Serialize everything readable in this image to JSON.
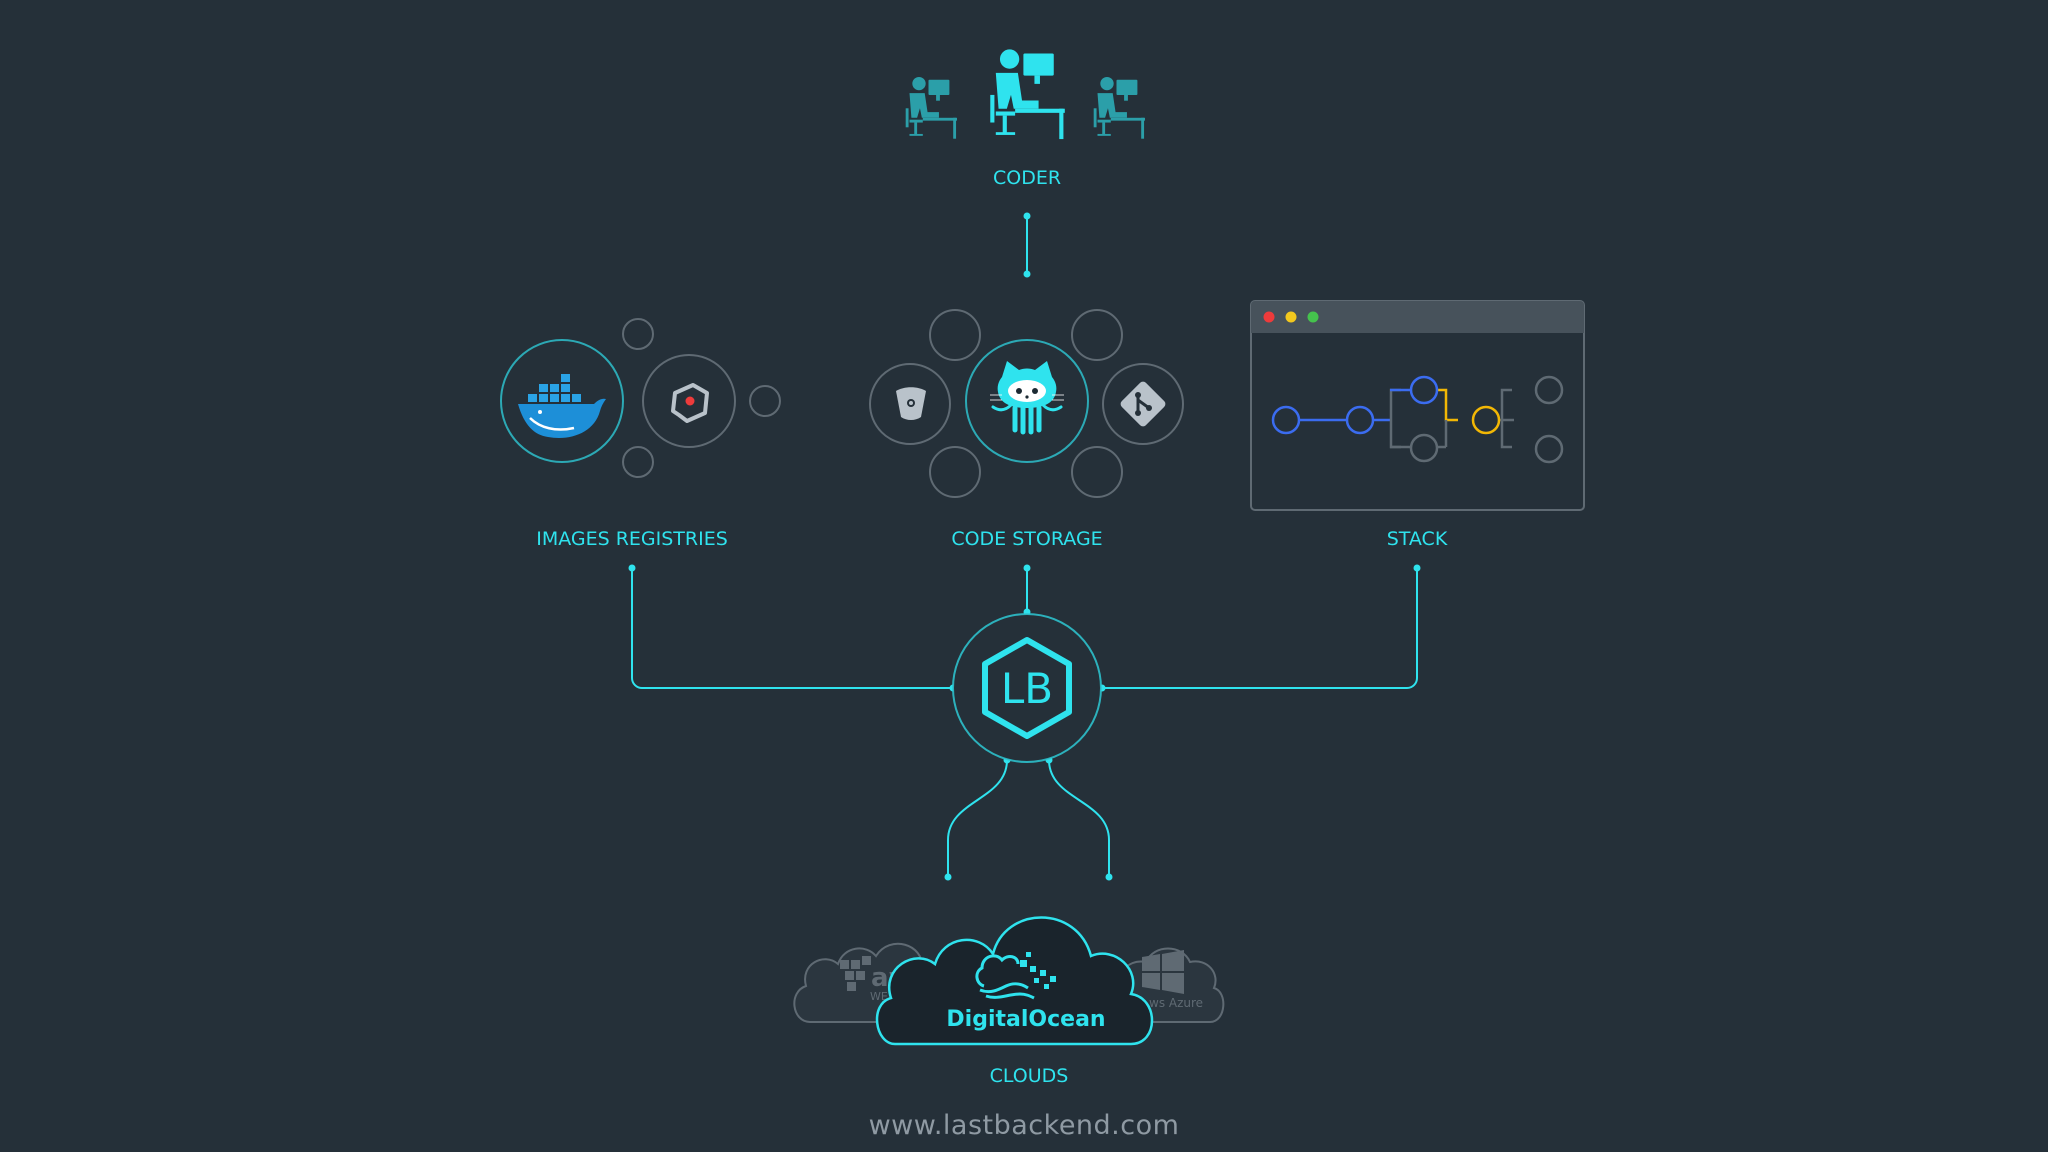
{
  "coder_label": "CODER",
  "images_label": "IMAGES REGISTRIES",
  "code_storage_label": "CODE STORAGE",
  "stack_label": "STACK",
  "lb_text": "LB",
  "clouds_label": "CLOUDS",
  "digitalocean_text": "DigitalOcean",
  "aws_fragment": "aw",
  "aws_sub_fragment": "WE",
  "azure_fragment": "ws Azure",
  "website": "www.lastbackend.com",
  "colors": {
    "background": "#253039",
    "accent": "#2fe3ee",
    "ring": "#5f6a73",
    "stack_blue": "#3b6cf0",
    "stack_yellow": "#f2b705",
    "dot_red": "#ee3b3b",
    "dot_yellow": "#f2c81e",
    "dot_green": "#45c24d"
  },
  "icons": [
    "coder-figure-icon",
    "docker-icon",
    "quay-icon",
    "bitbucket-icon",
    "github-octocat-icon",
    "git-icon",
    "lb-hexagon-icon",
    "digitalocean-logo-icon",
    "aws-logo-icon",
    "azure-logo-icon"
  ]
}
